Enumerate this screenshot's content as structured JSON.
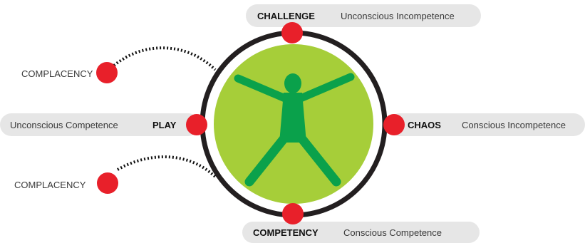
{
  "nodes": {
    "top": {
      "keyword": "CHALLENGE",
      "description": "Unconscious Incompetence"
    },
    "right": {
      "keyword": "CHAOS",
      "description": "Conscious Incompetence"
    },
    "bottom": {
      "keyword": "COMPETENCY",
      "description": "Conscious Competence"
    },
    "left": {
      "keyword": "PLAY",
      "description": "Unconscious Competence"
    }
  },
  "complacency": {
    "upper": "COMPLACENCY",
    "lower": "COMPLACENCY"
  },
  "icons": {
    "figure": "person-star-jump-icon"
  },
  "colors": {
    "node_dot": "#e8202a",
    "ring": "#231f20",
    "inner_disc": "#a6ce39",
    "figure": "#0aa14b",
    "pill": "#e6e6e6",
    "connector": "#111111"
  }
}
